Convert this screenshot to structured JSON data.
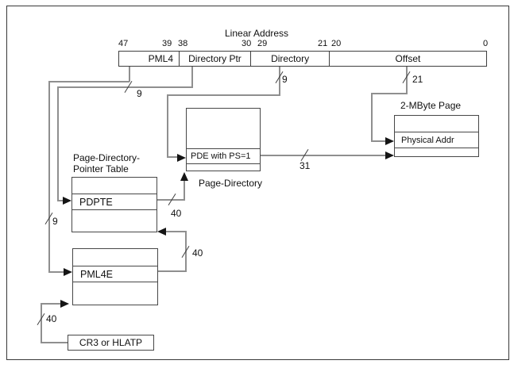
{
  "title": "Linear Address",
  "bit_labels": {
    "b47": "47",
    "b39": "39",
    "b38": "38",
    "b30": "30",
    "b29": "29",
    "b21": "21",
    "b20": "20",
    "b0": "0"
  },
  "fields": {
    "pml4": "PML4",
    "directory_ptr": "Directory Ptr",
    "directory": "Directory",
    "offset": "Offset"
  },
  "tables": {
    "pdpt": {
      "title_line1": "Page-Directory-",
      "title_line2": "Pointer Table",
      "entry": "PDPTE"
    },
    "pml4_table": {
      "entry": "PML4E"
    },
    "page_directory": {
      "entry": "PDE with PS=1",
      "caption": "Page-Directory"
    },
    "page": {
      "caption": "2-MByte Page",
      "entry": "Physical Addr"
    },
    "cr3": {
      "label": "CR3 or HLATP"
    }
  },
  "bus_widths": {
    "pml4_index": "9",
    "pdpt_index": "9",
    "pd_index": "9",
    "page_offset": "21",
    "pde_to_page": "31",
    "pdpte_to_pd": "40",
    "pml4e_to_pdpt": "40",
    "cr3_to_pml4": "40"
  },
  "colors": {
    "connector": "#8f8f8f",
    "box_border": "#474747",
    "text": "#101010",
    "frame": "#383838"
  }
}
